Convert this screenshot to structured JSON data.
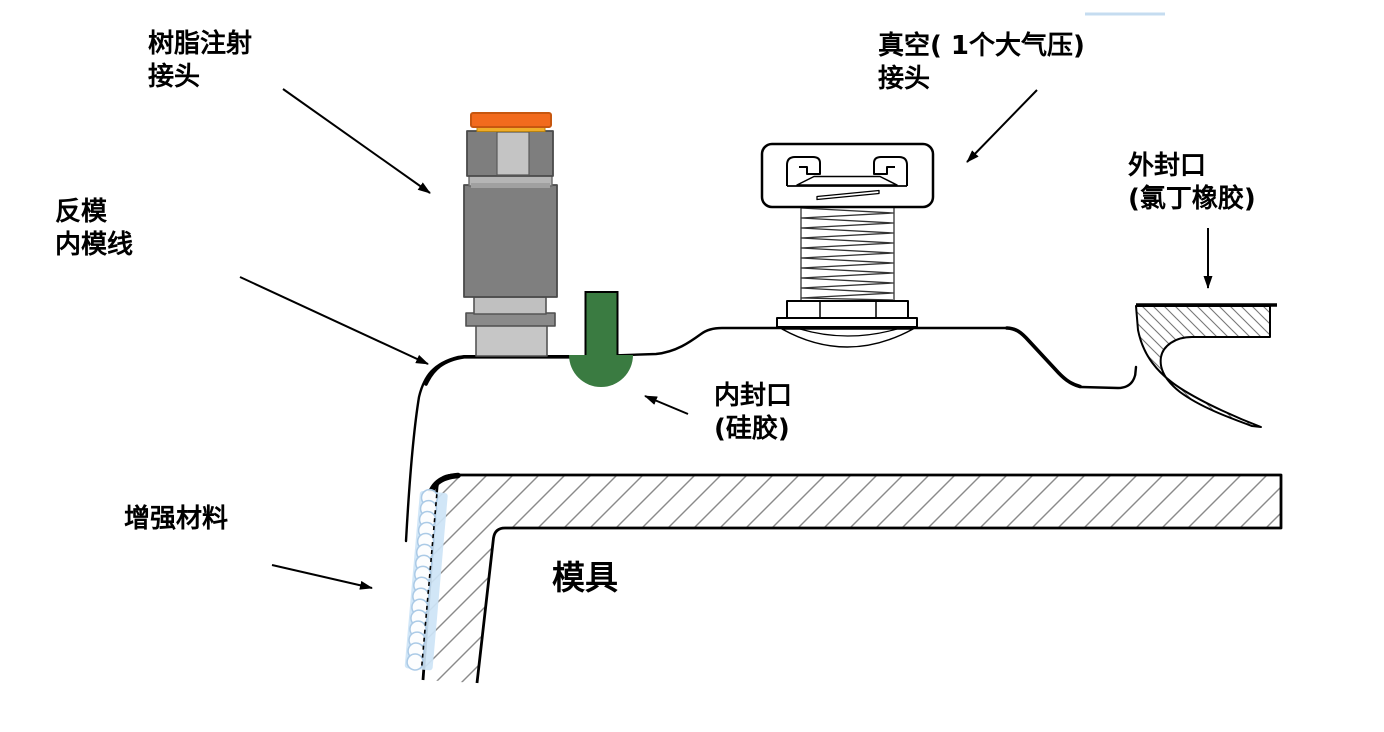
{
  "diagram": {
    "labels": {
      "resin_inlet": "树脂注射\n接头",
      "vacuum_port": "真空( 1个大气压)\n接头",
      "outer_seal": "外封口\n(氯丁橡胶)",
      "counter_mold": "反模\n内模线",
      "inner_seal": "内封口\n(硅胶)",
      "reinforcement": "增强材料",
      "mold": "模具"
    },
    "colors": {
      "inner_seal_green": "#3a7b41",
      "resin_cap_orange": "#f26b1d",
      "resin_cap_orange_border": "#c7570f",
      "resin_cap_amber": "#f0ac28",
      "reinforcement_blue": "#cde4f6",
      "reinforcement_coil_stroke": "#a9c9e6",
      "outline_black": "#000000",
      "hatch_gray": "#8a8a8a",
      "fitting_body_gray": "#7f7f7f",
      "fitting_light_gray": "#c4c4c4",
      "artifact_blue": "#bcd6ee"
    }
  }
}
